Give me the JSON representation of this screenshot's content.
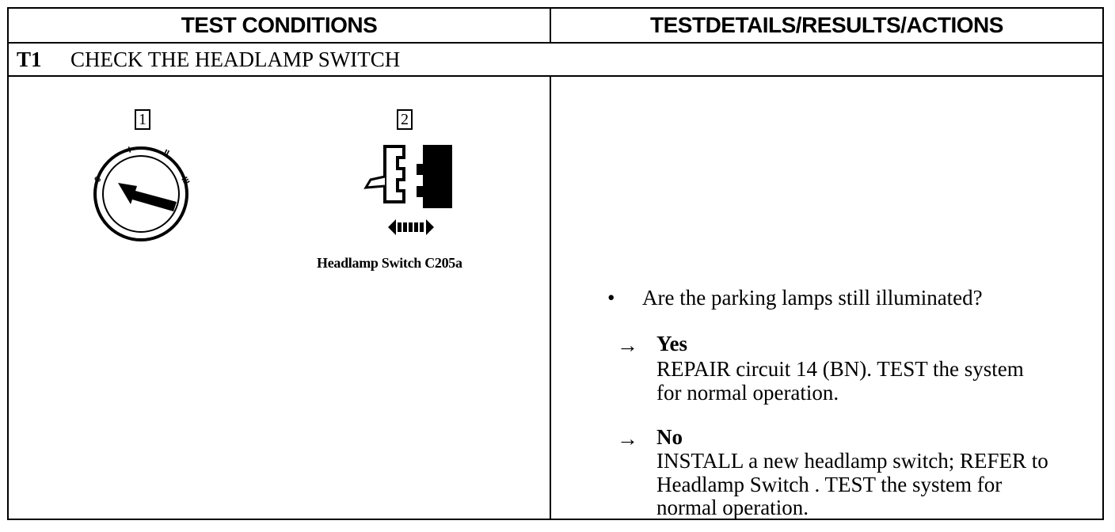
{
  "header": {
    "left": "TEST CONDITIONS",
    "right": "TESTDETAILS/RESULTS/ACTIONS"
  },
  "step": {
    "id": "T1",
    "title": "CHECK THE HEADLAMP SWITCH"
  },
  "illustrations": {
    "callout_1": "1",
    "callout_2": "2",
    "knob_marks": [
      "0",
      "I",
      "II",
      "III"
    ],
    "connector_caption": "Headlamp Switch C205a",
    "icons": [
      "ignition-knob-icon",
      "connector-icon",
      "double-arrow-icon"
    ]
  },
  "details": {
    "bullet": "•",
    "question": "Are the parking lamps still illuminated?",
    "arrow": "→",
    "yes": {
      "label": "Yes",
      "action_line1": "REPAIR circuit 14 (BN). TEST the system",
      "action_line2": "for normal operation."
    },
    "no": {
      "label": "No",
      "action_line1": "INSTALL a new headlamp switch; REFER to",
      "action_line2": "Headlamp Switch . TEST the  system for",
      "action_line3": "normal operation."
    }
  }
}
